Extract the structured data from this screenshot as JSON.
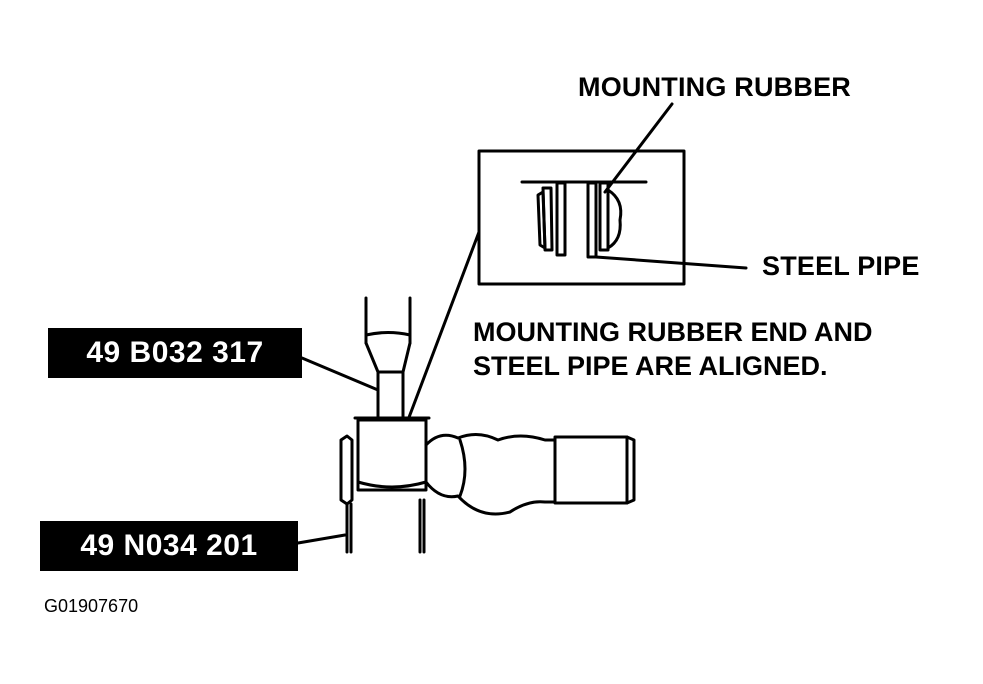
{
  "labels": {
    "mounting_rubber": "MOUNTING RUBBER",
    "steel_pipe": "STEEL PIPE",
    "note_line1": "MOUNTING RUBBER END AND",
    "note_line2": "STEEL PIPE ARE ALIGNED.",
    "tool_upper": "49 B032 317",
    "tool_lower": "49 N034 201",
    "figure_code": "G01907670"
  },
  "colors": {
    "ink": "#000000",
    "paper": "#ffffff"
  }
}
